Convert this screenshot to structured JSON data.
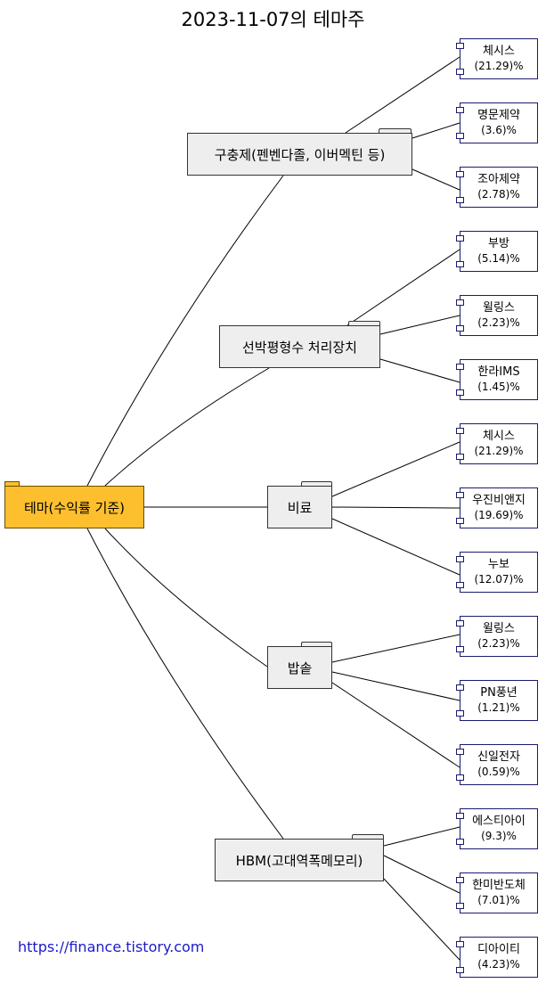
{
  "title": "2023-11-07의 테마주",
  "root": {
    "label": "테마(수익률 기준)"
  },
  "themes": [
    {
      "name": "구충제(펜벤다졸, 이버멕틴 등)",
      "stocks": [
        {
          "name": "체시스",
          "pct": "(21.29)%"
        },
        {
          "name": "명문제약",
          "pct": "(3.6)%"
        },
        {
          "name": "조아제약",
          "pct": "(2.78)%"
        }
      ]
    },
    {
      "name": "선박평형수 처리장치",
      "stocks": [
        {
          "name": "부방",
          "pct": "(5.14)%"
        },
        {
          "name": "윌링스",
          "pct": "(2.23)%"
        },
        {
          "name": "한라IMS",
          "pct": "(1.45)%"
        }
      ]
    },
    {
      "name": "비료",
      "stocks": [
        {
          "name": "체시스",
          "pct": "(21.29)%"
        },
        {
          "name": "우진비앤지",
          "pct": "(19.69)%"
        },
        {
          "name": "누보",
          "pct": "(12.07)%"
        }
      ]
    },
    {
      "name": "밥솥",
      "stocks": [
        {
          "name": "윌링스",
          "pct": "(2.23)%"
        },
        {
          "name": "PN풍년",
          "pct": "(1.21)%"
        },
        {
          "name": "신일전자",
          "pct": "(0.59)%"
        }
      ]
    },
    {
      "name": "HBM(고대역폭메모리)",
      "stocks": [
        {
          "name": "에스티아이",
          "pct": "(9.3)%"
        },
        {
          "name": "한미반도체",
          "pct": "(7.01)%"
        },
        {
          "name": "디아이티",
          "pct": "(4.23)%"
        }
      ]
    }
  ],
  "footer": "https://finance.tistory.com",
  "colors": {
    "root_fill": "#fdbf2d",
    "theme_fill": "#eeeeee",
    "stock_border": "#1b1b6e",
    "footer_link": "#1a1acc"
  }
}
